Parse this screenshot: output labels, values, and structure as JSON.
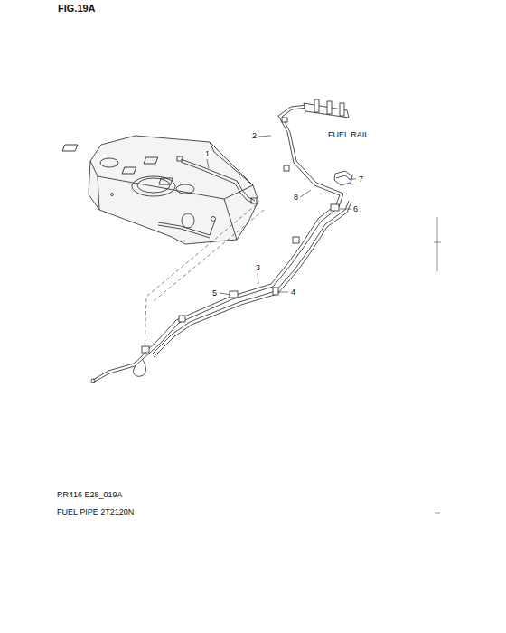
{
  "diagram": {
    "title": "FIG.19A",
    "labels": [
      "1",
      "2",
      "FUEL RAIL",
      "7",
      "8",
      "6",
      "3",
      "5",
      "4",
      "RR416 E28_019A",
      "FUEL PIPE 2T2120N"
    ]
  }
}
